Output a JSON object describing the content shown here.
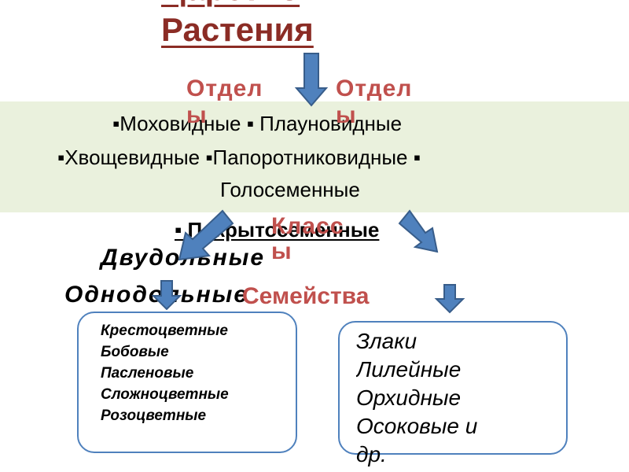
{
  "title": "Растения",
  "title_fragment": "Царство",
  "divisions_label_left": "Отдел\nы",
  "divisions_label_right": "Отдел\nы",
  "divisions": {
    "line1": "▪Моховидные   ▪ Плауновидные",
    "line2": "▪Хвощевидные ▪Папоротниковидные    ▪",
    "line3": "Голосеменные"
  },
  "angiosperms": "▪ Покрытосеменные",
  "classes_label": "Класс\nы",
  "families_label": "Семейства",
  "classes": {
    "dicots": "Двудольные",
    "monocots": "Однодольные"
  },
  "dicot_families": [
    "Крестоцветные",
    "Бобовые",
    "Пасленовые",
    "Сложноцветные",
    "Розоцветные"
  ],
  "monocot_families": [
    "Злаки",
    "Лилейные",
    "Орхидные",
    "Осоковые и",
    "др."
  ],
  "colors": {
    "title": "#8b2c25",
    "labels": "#c0504d",
    "band": "#eaf1dd",
    "arrow_fill": "#4f81bd",
    "arrow_stroke": "#385d8a",
    "box_border": "#4f81bd"
  }
}
